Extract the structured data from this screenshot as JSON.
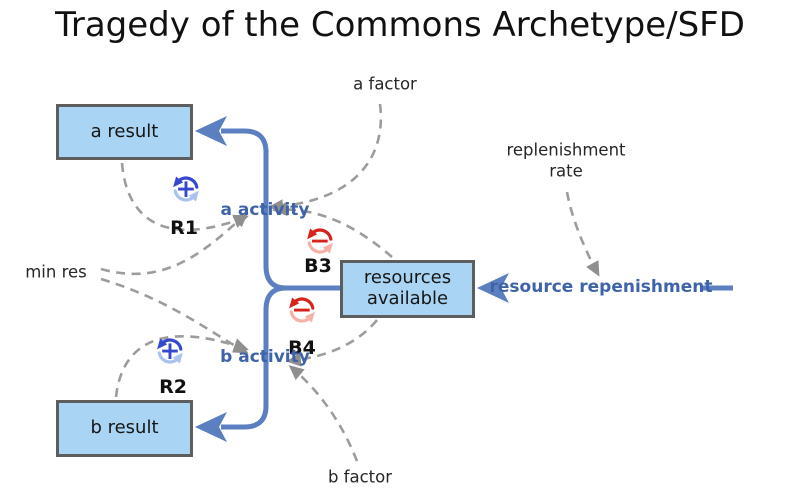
{
  "title": "Tragedy of the Commons Archetype/SFD",
  "stocks": [
    {
      "label": "a result"
    },
    {
      "label": "b result"
    },
    {
      "label": "resources available"
    }
  ],
  "flows": [
    {
      "label": "a activity"
    },
    {
      "label": "b activity"
    },
    {
      "label": "resource repenishment"
    }
  ],
  "converters": [
    {
      "label": "a factor"
    },
    {
      "label": "min res"
    },
    {
      "label": "b factor"
    },
    {
      "label": "replenishment rate"
    }
  ],
  "loops": [
    {
      "label": "R1",
      "polarity": "+",
      "type": "reinforcing"
    },
    {
      "label": "R2",
      "polarity": "+",
      "type": "reinforcing"
    },
    {
      "label": "B3",
      "polarity": "−",
      "type": "balancing"
    },
    {
      "label": "B4",
      "polarity": "−",
      "type": "balancing"
    }
  ],
  "colors": {
    "stock_fill": "#a9d4f3",
    "stock_border": "#5d5d5d",
    "pipe_blue": "#5b7fc0",
    "flow_label_blue": "#3f63a8",
    "reinforcing_blue": "#3549cf",
    "balancing_red": "#d8231a",
    "causal_link_gray": "#9c9c9c"
  }
}
